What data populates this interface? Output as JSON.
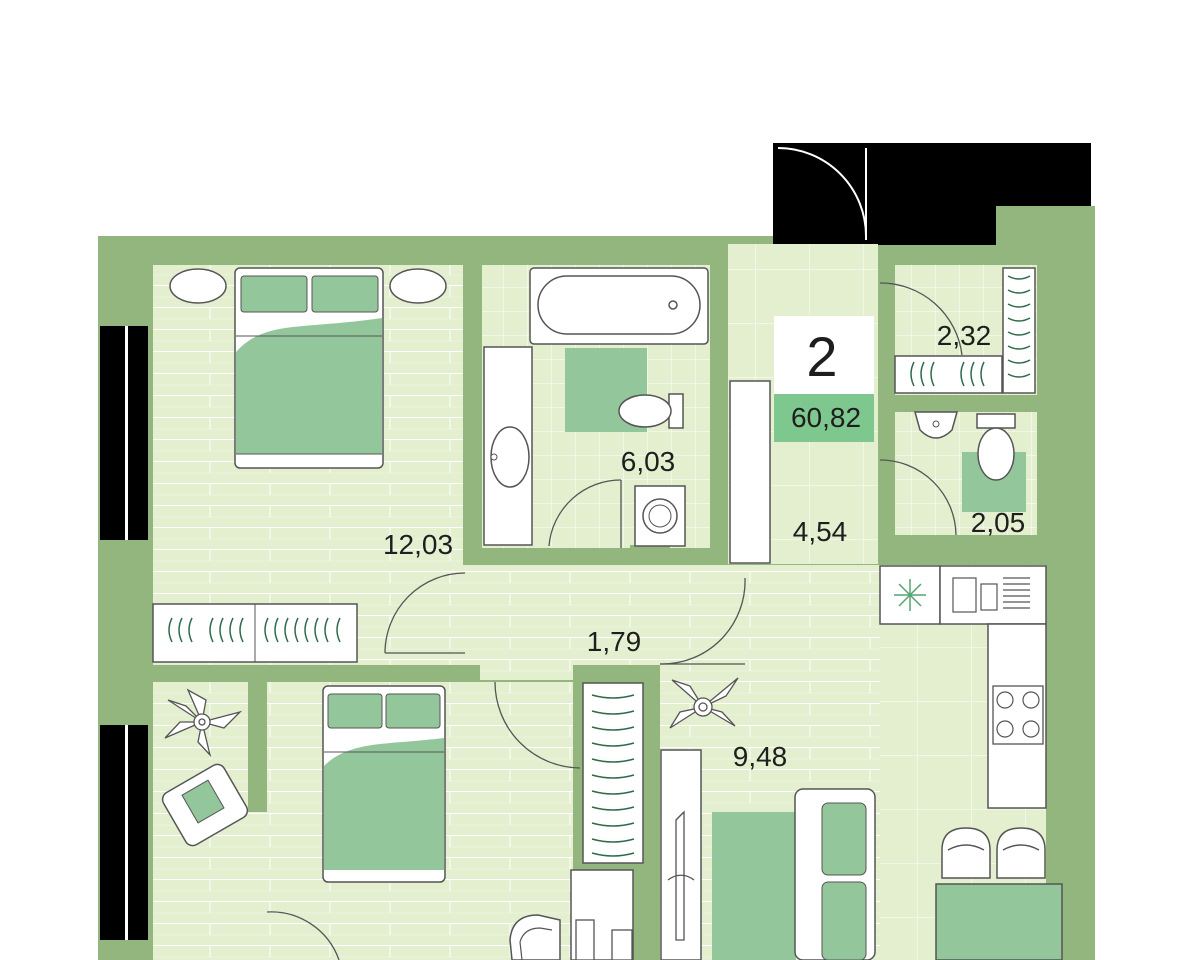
{
  "plan": {
    "room_count": "2",
    "total_area": "60,82",
    "rooms": {
      "bedroom_1": "12,03",
      "bathroom": "6,03",
      "hall": "4,54",
      "closet": "2,32",
      "wc": "2,05",
      "corridor": "1,79",
      "living_kitchen": "9,48"
    },
    "colors": {
      "wall": "#93b67e",
      "floor": "#e3efcf",
      "furniture": "#94c69c",
      "outline": "#555555",
      "badge": "#7ec78f"
    }
  }
}
